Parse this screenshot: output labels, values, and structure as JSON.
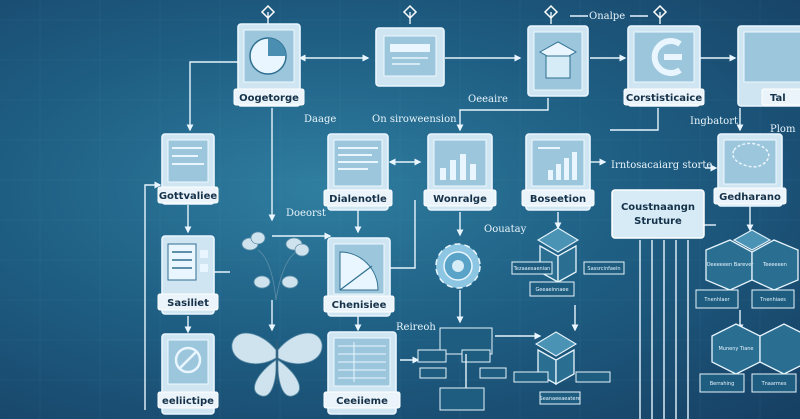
{
  "cards": {
    "ogetorge": "Oogetorge",
    "cortsticlaice": "Corstisticaice",
    "tal": "Tal",
    "gottvaliee": "Gottvaliee",
    "dialenotie": "Dialenotle",
    "wonralge": "Wonralge",
    "boseetion": "Boseetion",
    "gecharano": "Gedharano",
    "sasiliet": "Sasiliet",
    "chenisiee": "Chenisiee",
    "eeliictipe": "eeliictipe",
    "ceeiieme": "Ceeiieme"
  },
  "labels": {
    "onalpe": "Onalpe",
    "daage": "Daage",
    "on_siroweension": "On siroweension",
    "oeeaire": "Oeeaire",
    "ingbatort": "Ingbatort",
    "plom": "Plom",
    "irntsatatring": "Irntosacaiarg storte",
    "doeorst": "Doeorst",
    "oouatay": "Oouatay",
    "reireoh": "Reireoh"
  },
  "structure_box": {
    "line1": "Coustnaangn",
    "line2": "Struture"
  },
  "mini_labels": {
    "pyr_a": "Tezaaesaenian",
    "pyr_b": "Sassrcinfaein",
    "pyr_c": "Geeaeinnaee",
    "pyr_d": "Seanaeeaeatere",
    "hex_a": "Oeeeeeen Barever",
    "hex_b": "Teeeeeen",
    "hex_c": "Tnenhlaer",
    "hex_d": "Tnenhiaes",
    "hex_e": "Muneny Tiane",
    "hex_f": "Berrahing",
    "hex_g": "Tnaarmes"
  }
}
